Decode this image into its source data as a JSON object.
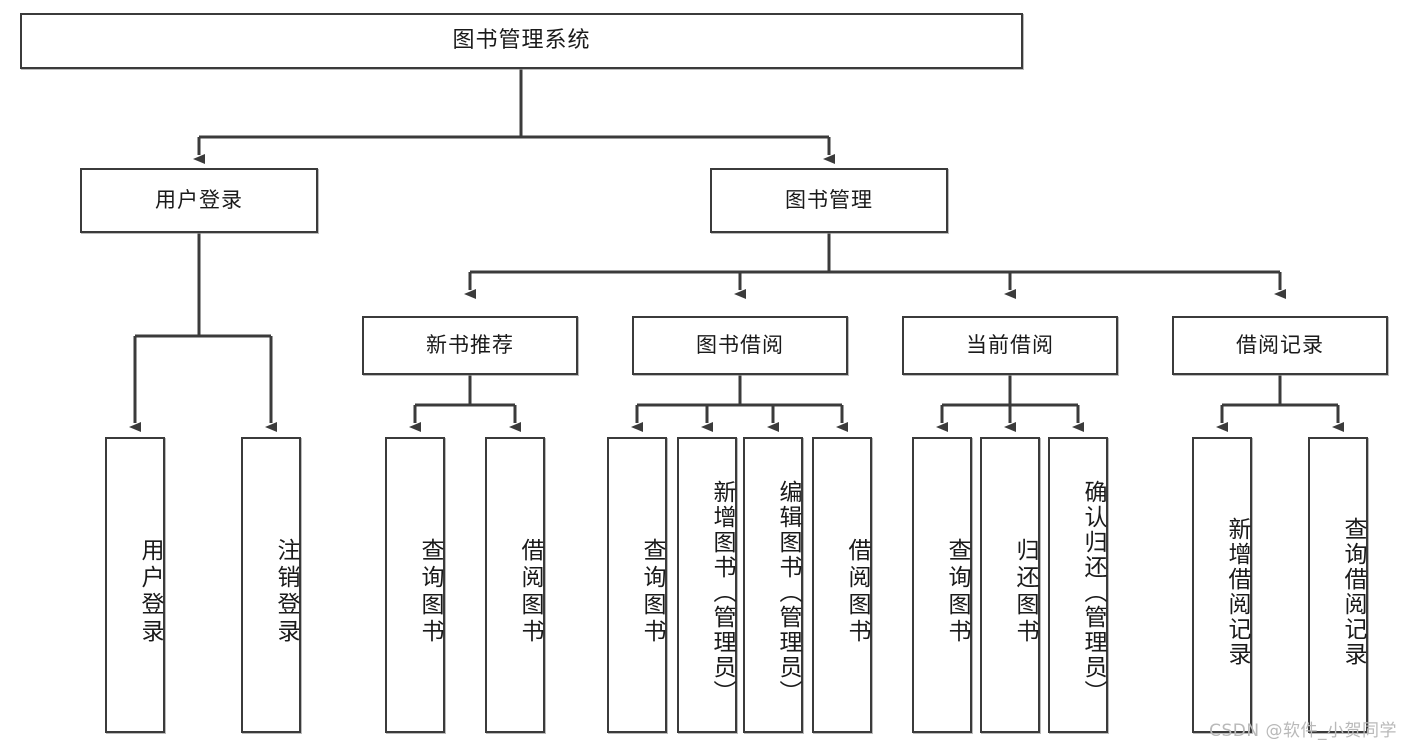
{
  "diagram": {
    "title": "图书管理系统",
    "type": "hierarchy-tree",
    "watermark": "CSDN @软件_小贺同学",
    "colors": {
      "border": "#3b3b3b",
      "background": "#ffffff",
      "text": "#1a1a1a",
      "watermark": "#b9b9b9"
    },
    "levels": {
      "level1": [
        {
          "label": "图书管理系统"
        }
      ],
      "level2": [
        {
          "label": "用户登录"
        },
        {
          "label": "图书管理"
        }
      ],
      "level3": [
        {
          "label": "新书推荐"
        },
        {
          "label": "图书借阅"
        },
        {
          "label": "当前借阅"
        },
        {
          "label": "借阅记录"
        }
      ],
      "level4": [
        {
          "label": "用户登录",
          "parent": "用户登录"
        },
        {
          "label": "注销登录",
          "parent": "用户登录"
        },
        {
          "label": "查询图书",
          "parent": "新书推荐"
        },
        {
          "label": "借阅图书",
          "parent": "新书推荐"
        },
        {
          "label": "查询图书",
          "parent": "图书借阅"
        },
        {
          "label": "新增图书（管理员）",
          "parent": "图书借阅"
        },
        {
          "label": "编辑图书（管理员）",
          "parent": "图书借阅"
        },
        {
          "label": "借阅图书",
          "parent": "图书借阅"
        },
        {
          "label": "查询图书",
          "parent": "当前借阅"
        },
        {
          "label": "归还图书",
          "parent": "当前借阅"
        },
        {
          "label": "确认归还（管理员）",
          "parent": "当前借阅"
        },
        {
          "label": "新增借阅记录",
          "parent": "借阅记录"
        },
        {
          "label": "查询借阅记录",
          "parent": "借阅记录"
        }
      ]
    }
  }
}
